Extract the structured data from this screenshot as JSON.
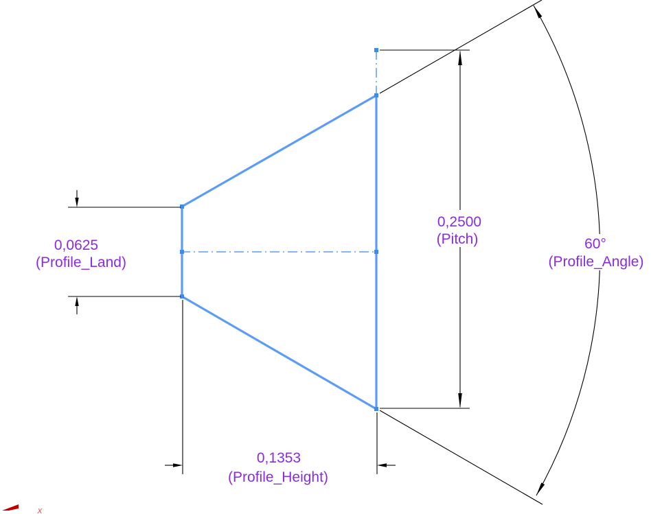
{
  "sketch": {
    "dimensions": {
      "profile_land": {
        "value": "0,0625",
        "label": "(Profile_Land)"
      },
      "pitch": {
        "value": "0,2500",
        "label": "(Pitch)"
      },
      "profile_height": {
        "value": "0,1353",
        "label": "(Profile_Height)"
      },
      "profile_angle": {
        "value": "60°",
        "label": "(Profile_Angle)"
      }
    },
    "origin": {
      "x_axis_label": "x"
    },
    "colors": {
      "sketch_line": "#5B9CF6",
      "sketch_point": "#3B8CEE",
      "dimension_text": "#8A2BE2",
      "dimension_line": "#000000",
      "origin_red": "#C00000",
      "origin_label_red": "#EE5555",
      "background": "#FFFFFF"
    }
  }
}
